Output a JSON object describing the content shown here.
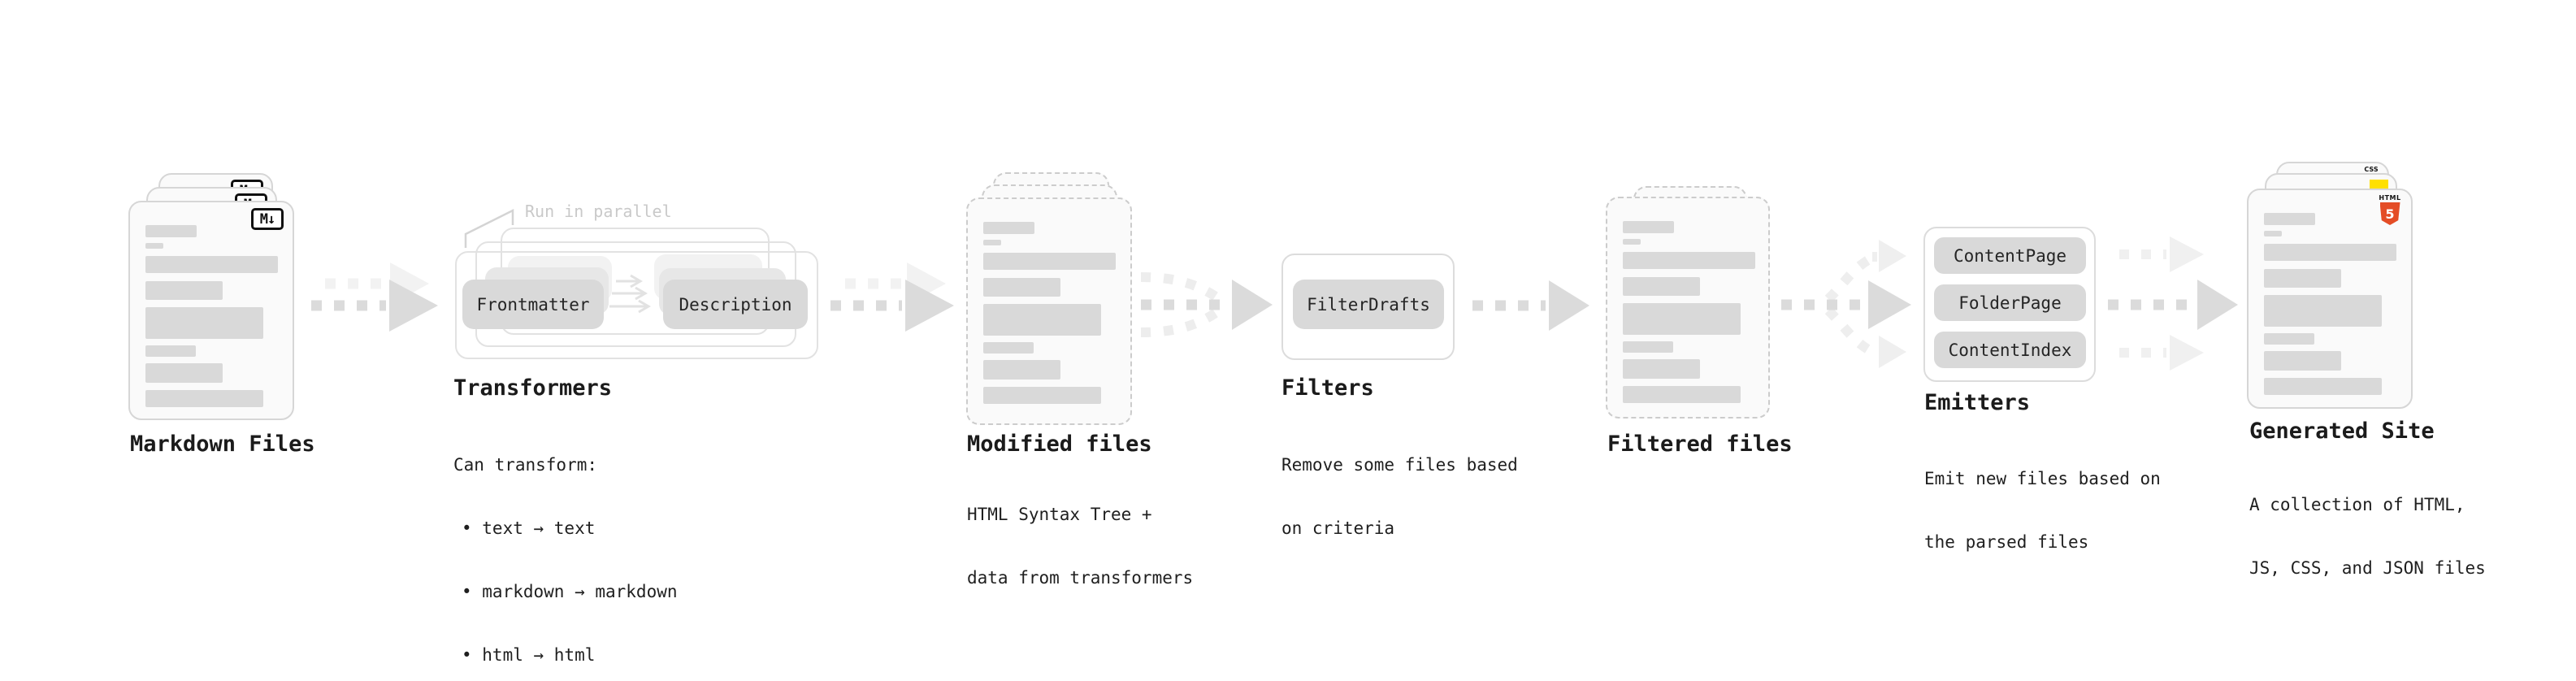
{
  "diagram": {
    "type": "static-site-generator-pipeline",
    "flow_order": [
      "Markdown Files",
      "Transformers",
      "Modified files",
      "Filters",
      "Filtered files",
      "Emitters",
      "Generated Site"
    ]
  },
  "colors": {
    "background": "#ffffff",
    "card_bg": "#fafafa",
    "card_border": "#d6d6d6",
    "dashed_border": "#cccccc",
    "skeleton_bar": "#d9d9d9",
    "pill": "#d9d9d9",
    "pill_ghost_mid": "#e7e7e7",
    "pill_ghost_back": "#f2f2f2",
    "arrow": "#dbdbdb",
    "arrow_light": "#efefef",
    "annotation_gray": "#c9c9c9",
    "html5_orange": "#e44d26",
    "js_yellow": "#ffe000",
    "css_blue": "#2f6bf2",
    "text": "#1b1b1b"
  },
  "nodes": {
    "markdown_files": {
      "label": "Markdown Files",
      "badge": "M↓"
    },
    "transformers": {
      "label": "Transformers",
      "annotation": "Run in parallel",
      "pills": [
        "Frontmatter",
        "Description"
      ],
      "caption": [
        "Can transform:",
        "• text → text",
        "• markdown → markdown",
        "• html → html"
      ]
    },
    "modified_files": {
      "label": "Modified files",
      "caption": [
        "HTML Syntax Tree +",
        "data from transformers"
      ]
    },
    "filters": {
      "label": "Filters",
      "pills": [
        "FilterDrafts"
      ],
      "caption": [
        "Remove some files based",
        "on criteria"
      ]
    },
    "filtered_files": {
      "label": "Filtered files"
    },
    "emitters": {
      "label": "Emitters",
      "pills": [
        "ContentPage",
        "FolderPage",
        "ContentIndex"
      ],
      "caption": [
        "Emit new files based on",
        "the parsed files"
      ]
    },
    "generated_site": {
      "label": "Generated Site",
      "caption": [
        "A collection of HTML,",
        "JS, CSS, and JSON files"
      ],
      "badges": {
        "css_label": "CSS",
        "html_label": "HTML",
        "html5_digit": "5"
      }
    }
  }
}
